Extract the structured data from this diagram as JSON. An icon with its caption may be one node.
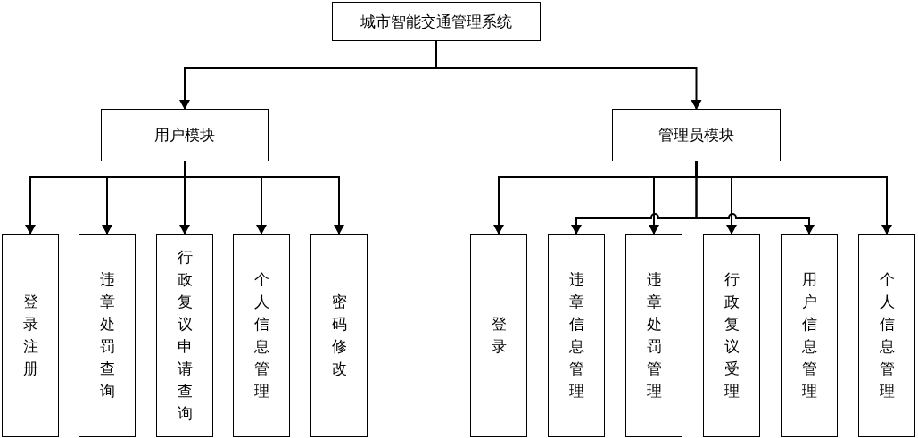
{
  "diagram": {
    "nodes": [
      {
        "text": [
          "城市智能交通管理系统"
        ]
      },
      {
        "text": [
          "用户模块"
        ]
      },
      {
        "text": [
          "管理员模块"
        ]
      },
      {
        "text": [
          "登录注册"
        ]
      },
      {
        "text": [
          "违章处罚查询"
        ]
      },
      {
        "text": [
          "行政复议申请查询"
        ]
      },
      {
        "text": [
          "个人信息管理"
        ]
      },
      {
        "text": [
          "密码修改"
        ]
      },
      {
        "text": [
          "登录"
        ]
      },
      {
        "text": [
          "违章信息管理"
        ]
      },
      {
        "text": [
          "违章处罚管理"
        ]
      },
      {
        "text": [
          "行政复议受理"
        ]
      },
      {
        "text": [
          "用户信息管理"
        ]
      },
      {
        "text": [
          "个人信息管理"
        ]
      }
    ],
    "edges": [
      {
        "from": 0,
        "to": 1,
        "arrow": "to"
      },
      {
        "from": 0,
        "to": 2,
        "arrow": "to"
      },
      {
        "from": 1,
        "to": 3,
        "arrow": "to"
      },
      {
        "from": 1,
        "to": 4,
        "arrow": "to"
      },
      {
        "from": 1,
        "to": 5,
        "arrow": "to"
      },
      {
        "from": 1,
        "to": 6,
        "arrow": "to"
      },
      {
        "from": 1,
        "to": 7,
        "arrow": "to"
      },
      {
        "from": 2,
        "to": 8,
        "arrow": "to"
      },
      {
        "from": 2,
        "to": 9,
        "arrow": "to"
      },
      {
        "from": 2,
        "to": 10,
        "arrow": "to"
      },
      {
        "from": 2,
        "to": 11,
        "arrow": "to"
      },
      {
        "from": 2,
        "to": 12,
        "arrow": "to"
      },
      {
        "from": 2,
        "to": 13,
        "arrow": "to"
      }
    ]
  }
}
